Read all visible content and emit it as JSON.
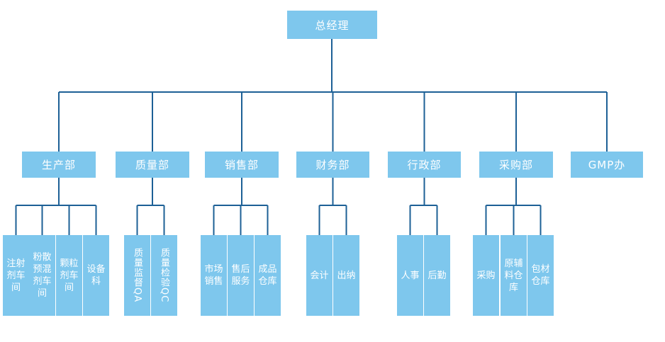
{
  "colors": {
    "box": "#7ec7ed",
    "line": "#1d6096",
    "text": "#ffffff"
  },
  "root": {
    "label": "总经理"
  },
  "departments": [
    {
      "label": "生产部",
      "children": [
        {
          "cols": [
            "注射",
            "剂车",
            "间"
          ]
        },
        {
          "cols": [
            "粉散",
            "预混",
            "剂车",
            "间"
          ]
        },
        {
          "cols": [
            "颗粒",
            "剂车",
            "间"
          ]
        },
        {
          "cols": [
            "设备",
            "科"
          ]
        }
      ]
    },
    {
      "label": "质量部",
      "children": [
        {
          "cols": [
            "质量监督QA"
          ]
        },
        {
          "cols": [
            "质量检验QC"
          ]
        }
      ]
    },
    {
      "label": "销售部",
      "children": [
        {
          "cols": [
            "市场",
            "销售"
          ]
        },
        {
          "cols": [
            "售后",
            "服务"
          ]
        },
        {
          "cols": [
            "成品",
            "仓库"
          ]
        }
      ]
    },
    {
      "label": "财务部",
      "children": [
        {
          "cols": [
            "会计"
          ]
        },
        {
          "cols": [
            "出纳"
          ]
        }
      ]
    },
    {
      "label": "行政部",
      "children": [
        {
          "cols": [
            "人事"
          ]
        },
        {
          "cols": [
            "后勤"
          ]
        }
      ]
    },
    {
      "label": "采购部",
      "children": [
        {
          "cols": [
            "采购"
          ]
        },
        {
          "cols": [
            "原辅",
            "料仓",
            "库"
          ]
        },
        {
          "cols": [
            "包材",
            "仓库"
          ]
        }
      ]
    },
    {
      "label": "GMP办",
      "children": []
    }
  ]
}
